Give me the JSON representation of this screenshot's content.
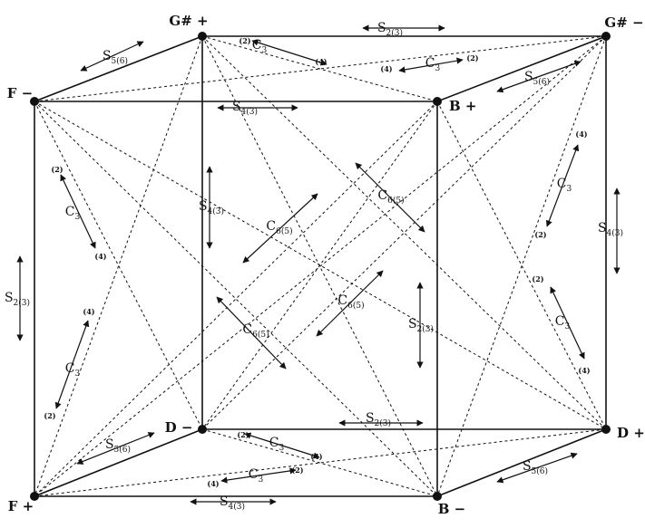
{
  "vertices": [
    {
      "id": "Gs_p",
      "label": "G# +"
    },
    {
      "id": "Gs_m",
      "label": "G# −"
    },
    {
      "id": "F_m",
      "label": "F −"
    },
    {
      "id": "B_p",
      "label": "B +"
    },
    {
      "id": "D_m",
      "label": "D −"
    },
    {
      "id": "D_p",
      "label": "D +"
    },
    {
      "id": "F_p",
      "label": "F +"
    },
    {
      "id": "B_m",
      "label": "B −"
    }
  ],
  "solid_edges": [
    [
      "Gs_p",
      "Gs_m"
    ],
    [
      "F_m",
      "B_p"
    ],
    [
      "F_m",
      "Gs_p"
    ],
    [
      "B_p",
      "Gs_m"
    ],
    [
      "F_m",
      "F_p"
    ],
    [
      "B_p",
      "B_m"
    ],
    [
      "Gs_p",
      "D_m"
    ],
    [
      "Gs_m",
      "D_p"
    ],
    [
      "F_p",
      "B_m"
    ],
    [
      "D_m",
      "D_p"
    ],
    [
      "F_p",
      "D_m"
    ],
    [
      "B_m",
      "D_p"
    ]
  ],
  "dashed_edges": [
    [
      "Gs_p",
      "B_p"
    ],
    [
      "F_m",
      "Gs_m"
    ],
    [
      "F_p",
      "D_p"
    ],
    [
      "D_m",
      "B_m"
    ],
    [
      "Gs_p",
      "F_p"
    ],
    [
      "F_m",
      "D_m"
    ],
    [
      "B_p",
      "D_p"
    ],
    [
      "Gs_m",
      "B_m"
    ],
    [
      "F_m",
      "B_m"
    ],
    [
      "B_p",
      "F_p"
    ],
    [
      "Gs_p",
      "D_p"
    ],
    [
      "Gs_m",
      "D_m"
    ],
    [
      "F_m",
      "D_p"
    ],
    [
      "B_p",
      "D_m"
    ],
    [
      "Gs_p",
      "B_m"
    ],
    [
      "Gs_m",
      "F_p"
    ]
  ],
  "operation_labels": [
    {
      "symbol": "S",
      "sub": "5(6)"
    },
    {
      "symbol": "S",
      "sub": "2(3)"
    },
    {
      "symbol": "C",
      "sub": "3"
    },
    {
      "symbol": "C",
      "sub": "3"
    },
    {
      "symbol": "S",
      "sub": "5(6)"
    },
    {
      "symbol": "S",
      "sub": "4(3)"
    },
    {
      "symbol": "C",
      "sub": "3"
    },
    {
      "symbol": "S",
      "sub": "4(3)"
    },
    {
      "symbol": "C",
      "sub": "6(5)"
    },
    {
      "symbol": "C",
      "sub": "6(5)"
    },
    {
      "symbol": "C",
      "sub": "3"
    },
    {
      "symbol": "S",
      "sub": "4(3)"
    },
    {
      "symbol": "S",
      "sub": "2(3)"
    },
    {
      "symbol": "C",
      "sub": "6(5)"
    },
    {
      "symbol": "C",
      "sub": "6(5)"
    },
    {
      "symbol": "S",
      "sub": "2(3)"
    },
    {
      "symbol": "C",
      "sub": "3"
    },
    {
      "symbol": "C",
      "sub": "3"
    },
    {
      "symbol": "S",
      "sub": "2(3)"
    },
    {
      "symbol": "C",
      "sub": "3"
    },
    {
      "symbol": "S",
      "sub": "5(6)"
    },
    {
      "symbol": "C",
      "sub": "3"
    },
    {
      "symbol": "S",
      "sub": "5(6)"
    },
    {
      "symbol": "S",
      "sub": "4(3)"
    }
  ],
  "order_labels": [
    "(2)",
    "(4)",
    "(4)",
    "(2)",
    "(2)",
    "(4)",
    "(4)",
    "(2)",
    "(4)",
    "(2)",
    "(2)",
    "(4)",
    "(2)",
    "(4)",
    "(4)",
    "(2)"
  ],
  "colors": {
    "line": "#111111",
    "background": "#ffffff"
  }
}
